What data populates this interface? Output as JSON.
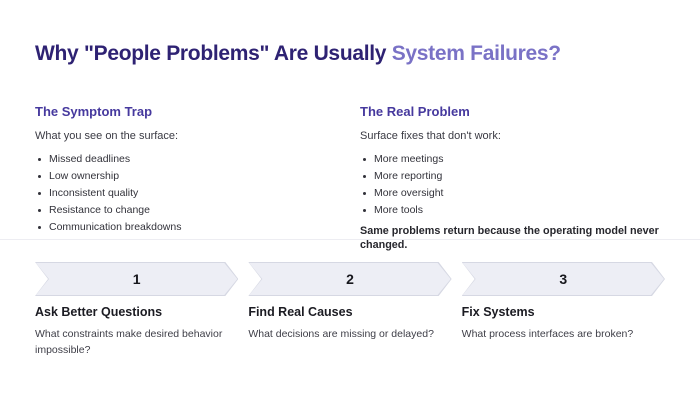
{
  "title": {
    "main": "Why \"People Problems\" Are Usually ",
    "accent": "System Failures?"
  },
  "columns": [
    {
      "heading": "The Symptom Trap",
      "intro": "What you see on the surface:",
      "bullets": [
        "Missed deadlines",
        "Low ownership",
        "Inconsistent quality",
        "Resistance to change",
        "Communication breakdowns"
      ]
    },
    {
      "heading": "The Real Problem",
      "intro": "Surface fixes that don't work:",
      "bullets": [
        "More meetings",
        "More reporting",
        "More oversight",
        "More tools"
      ],
      "conclusion": "Same problems return because the operating model never changed."
    }
  ],
  "steps": [
    {
      "number": "1",
      "title": "Ask Better Questions",
      "description": "What constraints make desired behavior impossible?"
    },
    {
      "number": "2",
      "title": "Find Real Causes",
      "description": "What decisions are missing or delayed?"
    },
    {
      "number": "3",
      "title": "Fix Systems",
      "description": "What process interfaces are broken?"
    }
  ],
  "colors": {
    "title_main": "#2e2273",
    "title_accent": "#7a72c6",
    "section_heading": "#46399e",
    "body_text": "#32323a",
    "chevron_fill": "#edeef5",
    "chevron_border": "#d6d8e3",
    "background": "#ffffff"
  }
}
